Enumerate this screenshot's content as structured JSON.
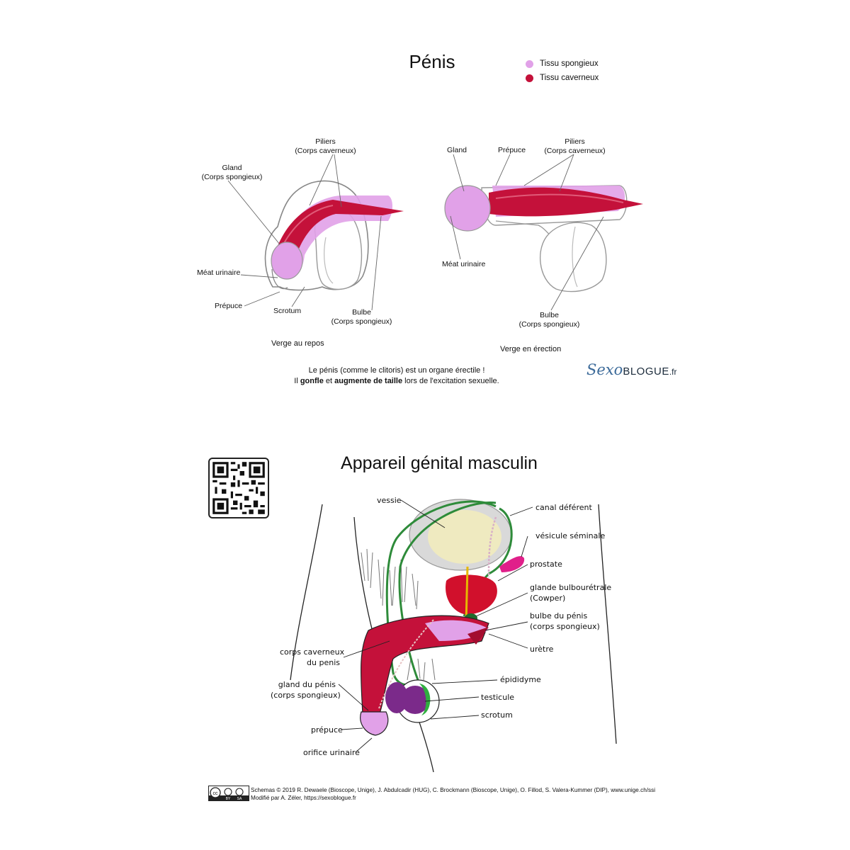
{
  "top_panel": {
    "title": "Pénis",
    "legend": [
      {
        "label": "Tissu spongieux",
        "color": "#e1a1e8"
      },
      {
        "label": "Tissu caverneux",
        "color": "#c4113a"
      }
    ],
    "repos": {
      "gland_line1": "Gland",
      "gland_line2": "(Corps spongieux)",
      "piliers_line1": "Piliers",
      "piliers_line2": "(Corps caverneux)",
      "meat": "Méat urinaire",
      "prepuce": "Prépuce",
      "scrotum": "Scrotum",
      "bulbe_line1": "Bulbe",
      "bulbe_line2": "(Corps spongieux)",
      "caption": "Verge au repos"
    },
    "erection": {
      "gland": "Gland",
      "prepuce": "Prépuce",
      "piliers_line1": "Piliers",
      "piliers_line2": "(Corps caverneux)",
      "meat": "Méat urinaire",
      "bulbe_line1": "Bulbe",
      "bulbe_line2": "(Corps spongieux)",
      "caption": "Verge en érection"
    },
    "message": {
      "line1": "Le pénis (comme le clitoris) est un organe érectile !",
      "line2_pre": "Il ",
      "line2_b1": "gonfle",
      "line2_mid": " et ",
      "line2_b2": "augmente de taille",
      "line2_post": " lors de l'excitation sexuelle."
    },
    "logo": {
      "script": "Sexo",
      "bold": "BLOGUE",
      "suffix": ".fr"
    }
  },
  "bottom_panel": {
    "title": "Appareil génital masculin",
    "labels": {
      "vessie": "vessie",
      "canal_deferent": "canal déférent",
      "vesicule_seminale": "vésicule séminale",
      "prostate": "prostate",
      "glande_line1": "glande bulbourétrale",
      "glande_line2": "(Cowper)",
      "bulbe_line1": "bulbe du pénis",
      "bulbe_line2": "(corps spongieux)",
      "uretre": "urètre",
      "corps_cav_line1": "corps caverneux",
      "corps_cav_line2": "du penis",
      "gland_line1": "gland du pénis",
      "gland_line2": "(corps spongieux)",
      "prepuce": "prépuce",
      "orifice": "orifice urinaire",
      "epididyme": "épididyme",
      "testicule": "testicule",
      "scrotum": "scrotum"
    },
    "credit_line1": "Schemas © 2019 R. Dewaele (Bioscope, Unige), J. Abdulcadir (HUG), C. Brockmann (Bioscope, Unige), O. Fillod, S. Valera-Kummer (DIP), www.unige.ch/ssi",
    "credit_line2": "Modifié par A. Zéler, https://sexoblogue.fr",
    "license": {
      "cc": "cc",
      "by": "BY",
      "sa": "SA"
    }
  }
}
